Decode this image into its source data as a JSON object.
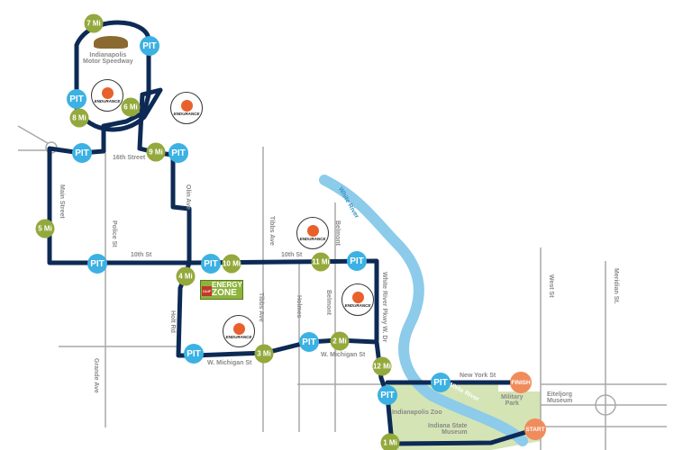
{
  "landmarks": {
    "speedway_line1": "Indianapolis",
    "speedway_line2": "Motor Speedway",
    "zoo": "Indianapolis Zoo",
    "state_museum_line1": "Indiana State",
    "state_museum_line2": "Museum",
    "military_park_line1": "Military",
    "military_park_line2": "Park",
    "eiteljorg_line1": "Eiteljorg",
    "eiteljorg_line2": "Museum"
  },
  "streets": {
    "main": "Main Street",
    "sixteenth": "16th Street",
    "olin": "Olin Ave",
    "police": "Police St",
    "tenth_w": "10th St",
    "tenth_e": "10th St",
    "tibbs1": "Tibbs Ave",
    "tibbs2": "Tibbs Ave",
    "belmont1": "Belmont",
    "belmont2": "Belmont",
    "holmes": "Holmes",
    "holt": "Holt Rd",
    "grande": "Grande Ave",
    "michigan_w": "W. Michigan St",
    "michigan_e": "W. Michigan St",
    "pkwy": "White River Pkwy W. Dr",
    "newyork": "New York St",
    "west": "West St",
    "meridian": "Meridian St.",
    "river1": "White River",
    "river2": "White River"
  },
  "markers": {
    "pit": "PIT",
    "start": "START",
    "finish": "FINISH",
    "m1": "1 Mi",
    "m2": "2 Mi",
    "m3": "3 Mi",
    "m4": "4 Mi",
    "m5": "5 Mi",
    "m6": "6 Mi",
    "m7": "7 Mi",
    "m8": "8 Mi",
    "m9": "9 Mi",
    "m10": "10 Mi",
    "m11": "11 Mi",
    "m12": "12 Mi"
  },
  "endurance_label": "ENDURANCE",
  "energy_zone": {
    "line1": "ENERGY",
    "line2": "ZONE",
    "brand": "CLIF"
  },
  "colors": {
    "route": "#0d2a55",
    "pit": "#3cb1e3",
    "mile": "#93a93c",
    "start_finish": "#f08c5c",
    "river": "#8ccbea",
    "park": "#d4e4b4"
  }
}
